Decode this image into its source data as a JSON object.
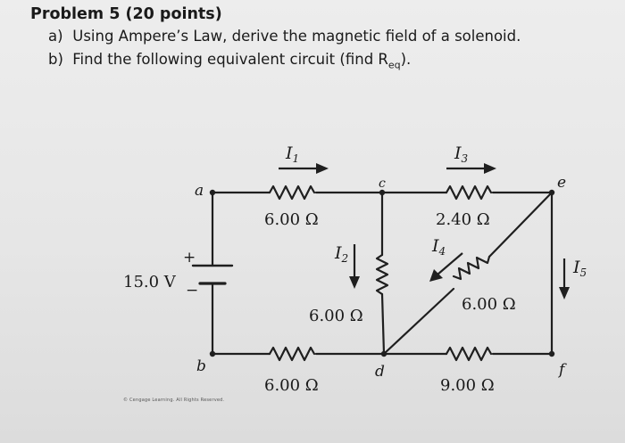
{
  "problem": {
    "title": "Problem 5 (20 points)",
    "part_a_label": "a)",
    "part_a_text": "Using Ampere’s Law, derive the magnetic field of a solenoid.",
    "part_b_label": "b)",
    "part_b_text_pre": "Find the following equivalent circuit (find R",
    "part_b_sub": "eq",
    "part_b_text_post": ")."
  },
  "circuit": {
    "nodes": {
      "a": "a",
      "b": "b",
      "c": "c",
      "d": "d",
      "e": "e",
      "f": "f"
    },
    "battery": {
      "label": "15.0 V",
      "plus": "+",
      "minus": "−"
    },
    "resistors": {
      "top_left": "6.00 Ω",
      "top_right": "2.40 Ω",
      "middle_vertical": "6.00 Ω",
      "diagonal": "6.00 Ω",
      "bottom_left": "6.00 Ω",
      "bottom_right": "9.00 Ω"
    },
    "currents": {
      "I1": {
        "letter": "I",
        "sub": "1"
      },
      "I2": {
        "letter": "I",
        "sub": "2"
      },
      "I3": {
        "letter": "I",
        "sub": "3"
      },
      "I4": {
        "letter": "I",
        "sub": "4"
      },
      "I5": {
        "letter": "I",
        "sub": "5"
      }
    }
  },
  "credit": "© Cengage Learning. All Rights Reserved."
}
